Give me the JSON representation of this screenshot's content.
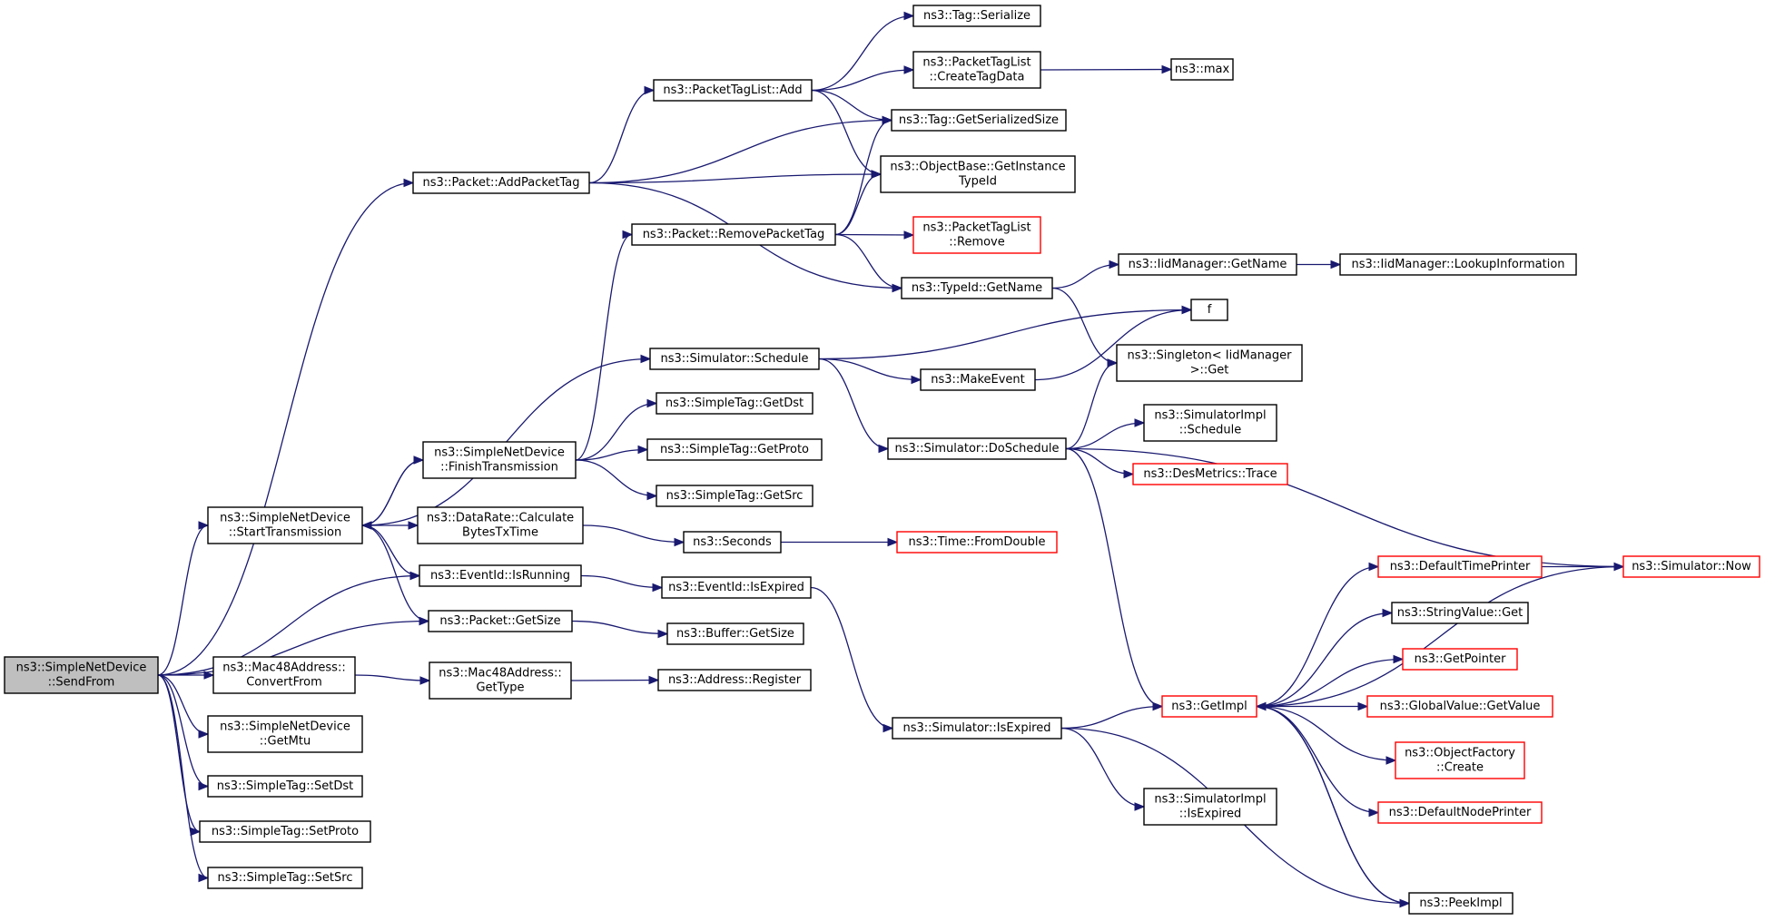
{
  "colors": {
    "edge": "#191970",
    "normal_border": "#000000",
    "truncated_border": "#ff0000",
    "root_fill": "#bfbfbf",
    "fill": "#ffffff"
  },
  "nodes": [
    {
      "id": "sendfrom",
      "lines": [
        "ns3::SimpleNetDevice",
        "::SendFrom"
      ],
      "kind": "root"
    },
    {
      "id": "addpackettag",
      "lines": [
        "ns3::Packet::AddPacketTag"
      ],
      "kind": "normal"
    },
    {
      "id": "starttx",
      "lines": [
        "ns3::SimpleNetDevice",
        "::StartTransmission"
      ],
      "kind": "normal"
    },
    {
      "id": "isrunning",
      "lines": [
        "ns3::EventId::IsRunning"
      ],
      "kind": "normal"
    },
    {
      "id": "pktgetsize",
      "lines": [
        "ns3::Packet::GetSize"
      ],
      "kind": "normal"
    },
    {
      "id": "convertfrom",
      "lines": [
        "ns3::Mac48Address::",
        "ConvertFrom"
      ],
      "kind": "normal"
    },
    {
      "id": "getmtu",
      "lines": [
        "ns3::SimpleNetDevice",
        "::GetMtu"
      ],
      "kind": "normal"
    },
    {
      "id": "setdst",
      "lines": [
        "ns3::SimpleTag::SetDst"
      ],
      "kind": "normal"
    },
    {
      "id": "setproto",
      "lines": [
        "ns3::SimpleTag::SetProto"
      ],
      "kind": "normal"
    },
    {
      "id": "setsrc",
      "lines": [
        "ns3::SimpleTag::SetSrc"
      ],
      "kind": "normal"
    },
    {
      "id": "finishtx",
      "lines": [
        "ns3::SimpleNetDevice",
        "::FinishTransmission"
      ],
      "kind": "normal"
    },
    {
      "id": "calcbytes",
      "lines": [
        "ns3::DataRate::Calculate",
        "BytesTxTime"
      ],
      "kind": "normal"
    },
    {
      "id": "mactype",
      "lines": [
        "ns3::Mac48Address::",
        "GetType"
      ],
      "kind": "normal"
    },
    {
      "id": "ptladd",
      "lines": [
        "ns3::PacketTagList::Add"
      ],
      "kind": "normal"
    },
    {
      "id": "removepkt",
      "lines": [
        "ns3::Packet::RemovePacketTag"
      ],
      "kind": "normal"
    },
    {
      "id": "schedule",
      "lines": [
        "ns3::Simulator::Schedule"
      ],
      "kind": "normal"
    },
    {
      "id": "getdst",
      "lines": [
        "ns3::SimpleTag::GetDst"
      ],
      "kind": "normal"
    },
    {
      "id": "getproto",
      "lines": [
        "ns3::SimpleTag::GetProto"
      ],
      "kind": "normal"
    },
    {
      "id": "getsrc",
      "lines": [
        "ns3::SimpleTag::GetSrc"
      ],
      "kind": "normal"
    },
    {
      "id": "seconds",
      "lines": [
        "ns3::Seconds"
      ],
      "kind": "normal"
    },
    {
      "id": "isexpired",
      "lines": [
        "ns3::EventId::IsExpired"
      ],
      "kind": "normal"
    },
    {
      "id": "bufgetsize",
      "lines": [
        "ns3::Buffer::GetSize"
      ],
      "kind": "normal"
    },
    {
      "id": "addrreg",
      "lines": [
        "ns3::Address::Register"
      ],
      "kind": "normal"
    },
    {
      "id": "serialize",
      "lines": [
        "ns3::Tag::Serialize"
      ],
      "kind": "normal"
    },
    {
      "id": "createtag",
      "lines": [
        "ns3::PacketTagList",
        "::CreateTagData"
      ],
      "kind": "normal"
    },
    {
      "id": "getserial",
      "lines": [
        "ns3::Tag::GetSerializedSize"
      ],
      "kind": "normal"
    },
    {
      "id": "getinst",
      "lines": [
        "ns3::ObjectBase::GetInstance",
        "TypeId"
      ],
      "kind": "normal"
    },
    {
      "id": "ptlremove",
      "lines": [
        "ns3::PacketTagList",
        "::Remove"
      ],
      "kind": "truncated"
    },
    {
      "id": "tidgetname",
      "lines": [
        "ns3::TypeId::GetName"
      ],
      "kind": "normal"
    },
    {
      "id": "makeevent",
      "lines": [
        "ns3::MakeEvent"
      ],
      "kind": "normal"
    },
    {
      "id": "doschedule",
      "lines": [
        "ns3::Simulator::DoSchedule"
      ],
      "kind": "normal"
    },
    {
      "id": "fromdouble",
      "lines": [
        "ns3::Time::FromDouble"
      ],
      "kind": "truncated"
    },
    {
      "id": "simisexpired",
      "lines": [
        "ns3::Simulator::IsExpired"
      ],
      "kind": "normal"
    },
    {
      "id": "max",
      "lines": [
        "ns3::max"
      ],
      "kind": "normal"
    },
    {
      "id": "iidgetname",
      "lines": [
        "ns3::IidManager::GetName"
      ],
      "kind": "normal"
    },
    {
      "id": "lookup",
      "lines": [
        "ns3::IidManager::LookupInformation"
      ],
      "kind": "normal"
    },
    {
      "id": "f",
      "lines": [
        "f"
      ],
      "kind": "normal"
    },
    {
      "id": "singleton",
      "lines": [
        "ns3::Singleton< IidManager",
        " >::Get"
      ],
      "kind": "normal"
    },
    {
      "id": "simimplsched",
      "lines": [
        "ns3::SimulatorImpl",
        "::Schedule"
      ],
      "kind": "normal"
    },
    {
      "id": "desmetrics",
      "lines": [
        "ns3::DesMetrics::Trace"
      ],
      "kind": "truncated"
    },
    {
      "id": "getimpl",
      "lines": [
        "ns3::GetImpl"
      ],
      "kind": "truncated"
    },
    {
      "id": "simimplexp",
      "lines": [
        "ns3::SimulatorImpl",
        "::IsExpired"
      ],
      "kind": "normal"
    },
    {
      "id": "peekimpl",
      "lines": [
        "ns3::PeekImpl"
      ],
      "kind": "normal"
    },
    {
      "id": "deftime",
      "lines": [
        "ns3::DefaultTimePrinter"
      ],
      "kind": "truncated"
    },
    {
      "id": "strget",
      "lines": [
        "ns3::StringValue::Get"
      ],
      "kind": "normal"
    },
    {
      "id": "getpointer",
      "lines": [
        "ns3::GetPointer"
      ],
      "kind": "truncated"
    },
    {
      "id": "gvgetvalue",
      "lines": [
        "ns3::GlobalValue::GetValue"
      ],
      "kind": "truncated"
    },
    {
      "id": "objfactory",
      "lines": [
        "ns3::ObjectFactory",
        "::Create"
      ],
      "kind": "truncated"
    },
    {
      "id": "defnode",
      "lines": [
        "ns3::DefaultNodePrinter"
      ],
      "kind": "truncated"
    },
    {
      "id": "simnow",
      "lines": [
        "ns3::Simulator::Now"
      ],
      "kind": "truncated"
    }
  ],
  "edges": [
    [
      "sendfrom",
      "addpackettag"
    ],
    [
      "sendfrom",
      "starttx"
    ],
    [
      "sendfrom",
      "isrunning"
    ],
    [
      "sendfrom",
      "pktgetsize"
    ],
    [
      "sendfrom",
      "convertfrom"
    ],
    [
      "sendfrom",
      "getmtu"
    ],
    [
      "sendfrom",
      "setdst"
    ],
    [
      "sendfrom",
      "setproto"
    ],
    [
      "sendfrom",
      "setsrc"
    ],
    [
      "addpackettag",
      "ptladd"
    ],
    [
      "addpackettag",
      "getserial"
    ],
    [
      "addpackettag",
      "getinst"
    ],
    [
      "addpackettag",
      "tidgetname"
    ],
    [
      "starttx",
      "schedule"
    ],
    [
      "starttx",
      "finishtx"
    ],
    [
      "starttx",
      "calcbytes"
    ],
    [
      "starttx",
      "isrunning"
    ],
    [
      "starttx",
      "pktgetsize"
    ],
    [
      "finishtx",
      "starttx"
    ],
    [
      "finishtx",
      "removepkt"
    ],
    [
      "finishtx",
      "getdst"
    ],
    [
      "finishtx",
      "getproto"
    ],
    [
      "finishtx",
      "getsrc"
    ],
    [
      "calcbytes",
      "seconds"
    ],
    [
      "isrunning",
      "isexpired"
    ],
    [
      "pktgetsize",
      "bufgetsize"
    ],
    [
      "convertfrom",
      "mactype"
    ],
    [
      "mactype",
      "addrreg"
    ],
    [
      "ptladd",
      "serialize"
    ],
    [
      "ptladd",
      "createtag"
    ],
    [
      "ptladd",
      "getserial"
    ],
    [
      "ptladd",
      "getinst"
    ],
    [
      "removepkt",
      "getserial"
    ],
    [
      "removepkt",
      "getinst"
    ],
    [
      "removepkt",
      "ptlremove"
    ],
    [
      "removepkt",
      "tidgetname"
    ],
    [
      "schedule",
      "f"
    ],
    [
      "schedule",
      "makeevent"
    ],
    [
      "schedule",
      "doschedule"
    ],
    [
      "seconds",
      "fromdouble"
    ],
    [
      "isexpired",
      "simisexpired"
    ],
    [
      "createtag",
      "max"
    ],
    [
      "tidgetname",
      "iidgetname"
    ],
    [
      "tidgetname",
      "singleton"
    ],
    [
      "iidgetname",
      "lookup"
    ],
    [
      "makeevent",
      "f"
    ],
    [
      "doschedule",
      "singleton"
    ],
    [
      "doschedule",
      "simimplsched"
    ],
    [
      "doschedule",
      "desmetrics"
    ],
    [
      "doschedule",
      "simnow"
    ],
    [
      "doschedule",
      "getimpl"
    ],
    [
      "simisexpired",
      "getimpl"
    ],
    [
      "simisexpired",
      "simimplexp"
    ],
    [
      "simisexpired",
      "peekimpl"
    ],
    [
      "getimpl",
      "deftime"
    ],
    [
      "getimpl",
      "strget"
    ],
    [
      "getimpl",
      "getpointer"
    ],
    [
      "getimpl",
      "gvgetvalue"
    ],
    [
      "getimpl",
      "objfactory"
    ],
    [
      "getimpl",
      "defnode"
    ],
    [
      "getimpl",
      "peekimpl"
    ],
    [
      "deftime",
      "simnow"
    ],
    [
      "simnow",
      "getimpl"
    ],
    [
      "peekimpl",
      "getimpl"
    ]
  ]
}
